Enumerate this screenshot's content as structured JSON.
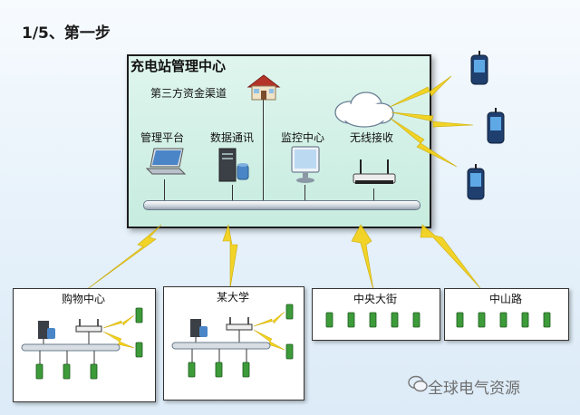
{
  "step_title": "1/5、第一步",
  "center": {
    "title": "充电站管理中心",
    "third_party": "第三方资金渠道",
    "nodes": [
      {
        "label": "管理平台",
        "icon": "laptop-icon"
      },
      {
        "label": "数据通讯",
        "icon": "server-icon"
      },
      {
        "label": "监控中心",
        "icon": "monitor-icon"
      },
      {
        "label": "无线接收",
        "icon": "router-icon"
      }
    ]
  },
  "branches": [
    {
      "title": "购物中心"
    },
    {
      "title": "某大学"
    },
    {
      "title": "中央大街"
    },
    {
      "title": "中山路"
    }
  ],
  "watermark": "全球电气资源",
  "colors": {
    "center_fill": "#c7ecdf",
    "bolt": "#f3d21c",
    "phone": "#2a6fc0",
    "charger": "#3d9b3a"
  }
}
